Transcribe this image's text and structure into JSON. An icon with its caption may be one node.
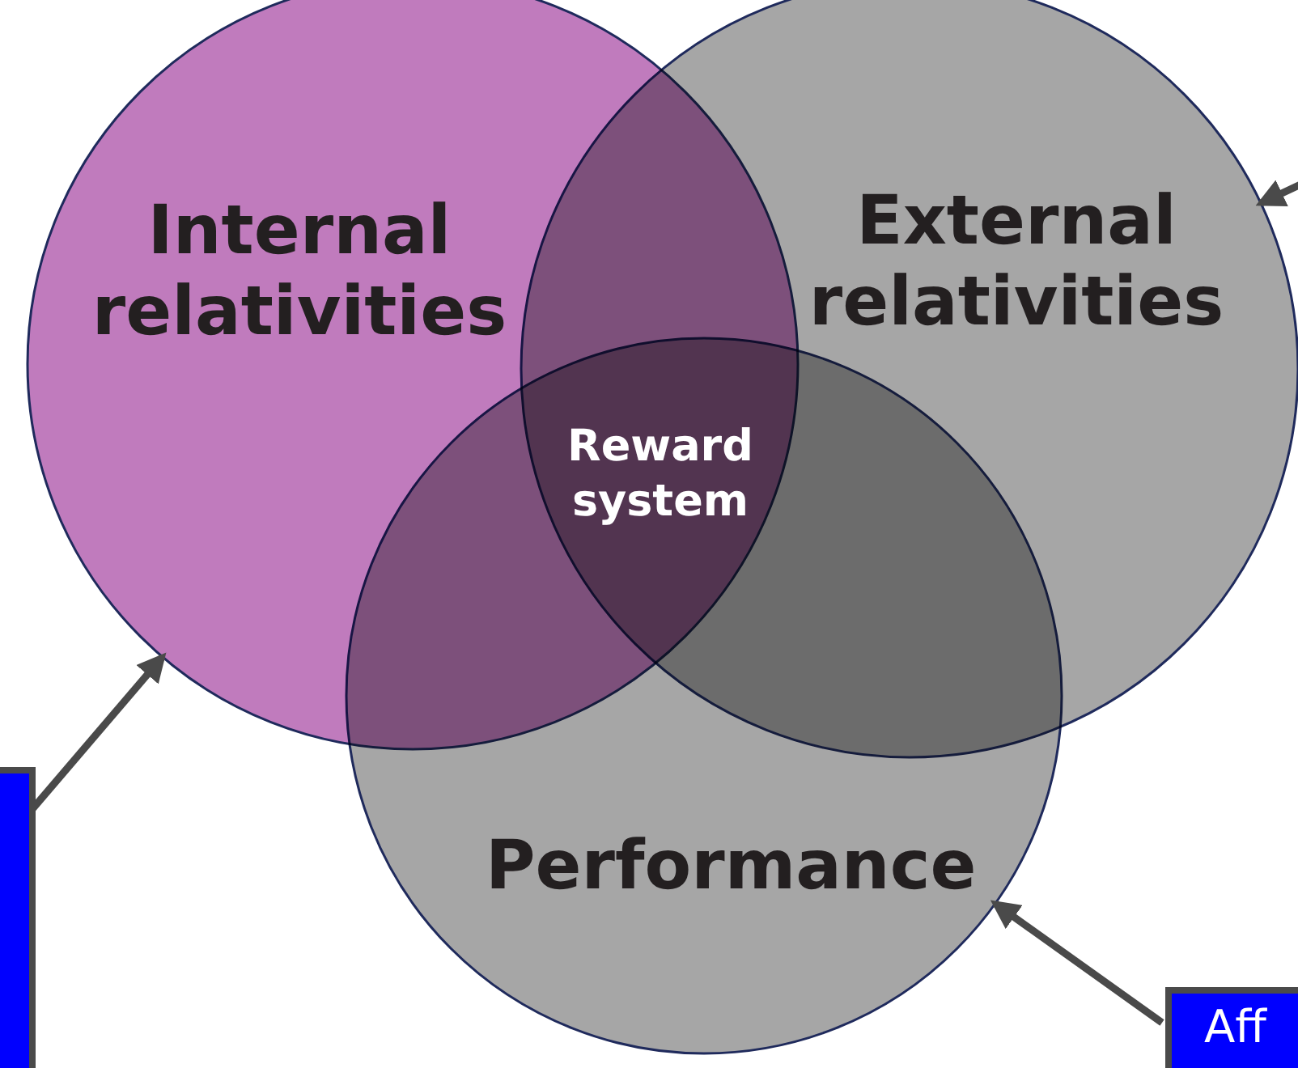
{
  "diagram": {
    "nodes": [
      {
        "text": [
          "Internal relativities"
        ]
      },
      {
        "text": [
          "External relativities"
        ]
      },
      {
        "text": [
          "Performance"
        ]
      },
      {
        "text": [
          "Reward system"
        ]
      },
      {
        "text": [],
        "shape": "box"
      },
      {
        "text": [
          "Aff"
        ]
      }
    ],
    "edges": [
      {
        "from": 4,
        "to": 0,
        "arrow": "to"
      },
      {
        "from": 5,
        "to": 2,
        "arrow": "to"
      },
      {
        "from": null,
        "to": 1,
        "arrow": "to"
      }
    ]
  }
}
